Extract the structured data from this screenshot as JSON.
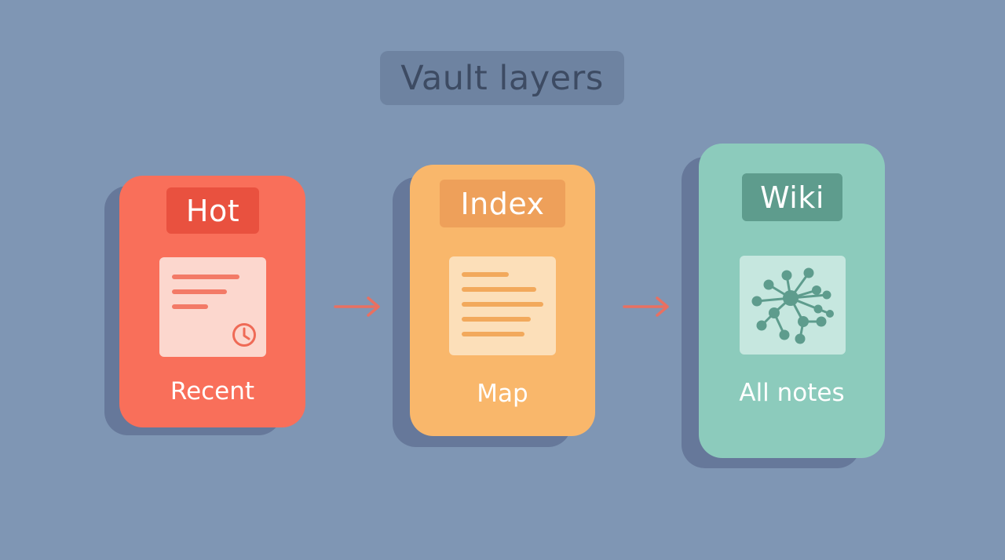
{
  "title": "Vault layers",
  "layers": [
    {
      "label": "Hot",
      "caption": "Recent",
      "icon": "clock-document-icon"
    },
    {
      "label": "Index",
      "caption": "Map",
      "icon": "document-lines-icon"
    },
    {
      "label": "Wiki",
      "caption": "All notes",
      "icon": "network-graph-icon"
    }
  ],
  "connectors": [
    "arrow-right-icon",
    "arrow-right-icon"
  ],
  "colors": {
    "background": "#7f96b4",
    "hot": "#f96f5a",
    "index": "#f9b76b",
    "wiki": "#8ccbbc",
    "arrow": "#e97061"
  }
}
